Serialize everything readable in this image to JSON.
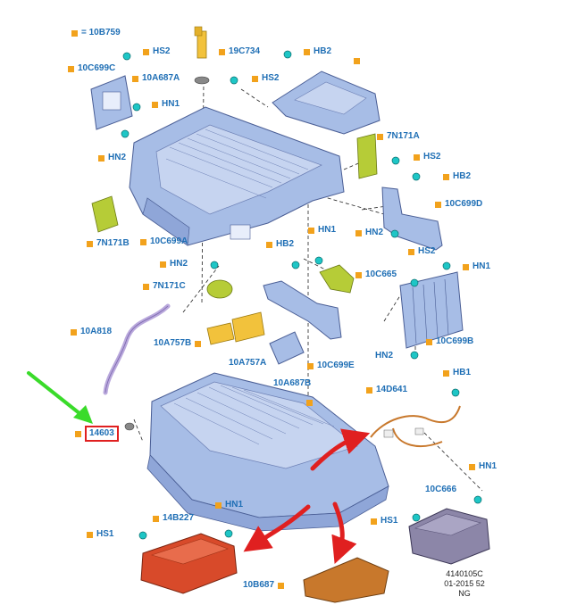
{
  "diagram": {
    "labels": {
      "l_10B759": "= 10B759",
      "l_HS2_a": "HS2",
      "l_19C734": "19C734",
      "l_HB2_a": "HB2",
      "l_10C699C": "10C699C",
      "l_10A687A": "10A687A",
      "l_HS2_b": "HS2",
      "l_HN1_a": "HN1",
      "l_HN2_a": "HN2",
      "l_7N171A": "7N171A",
      "l_HS2_c": "HS2",
      "l_HB2_b": "HB2",
      "l_10C699D": "10C699D",
      "l_7N171B": "7N171B",
      "l_10C699A": "10C699A",
      "l_HN1_b": "HN1",
      "l_HN2_b": "HN2",
      "l_HB2_c": "HB2",
      "l_HS2_d": "HS2",
      "l_HN1_c": "HN1",
      "l_HN2_c": "HN2",
      "l_10C665": "10C665",
      "l_7N171C": "7N171C",
      "l_10A818": "10A818",
      "l_10A757B": "10A757B",
      "l_10A757A": "10A757A",
      "l_10C699E": "10C699E",
      "l_10A687B": "10A687B",
      "l_10C699B": "10C699B",
      "l_HN2_d": "HN2",
      "l_HB1": "HB1",
      "l_14D641": "14D641",
      "l_14603": "14603",
      "l_HN1_d": "HN1",
      "l_10C666": "10C666",
      "l_HS1_a": "HS1",
      "l_14B227": "14B227",
      "l_HN1_e": "HN1",
      "l_HS1_b": "HS1",
      "l_10B687": "10B687"
    },
    "doc_ref": [
      "4140105C",
      "01-2015 52",
      "NG"
    ],
    "colors": {
      "label_blue": "#1f6fb5",
      "marker_orange": "#f2a21c",
      "highlight_red": "#e02020",
      "arrow_red": "#e02020",
      "arrow_green": "#3adb2a",
      "part_blue": "#a7bde6",
      "part_green": "#b6cc37",
      "part_yellow": "#f2c23c",
      "part_purple": "#b9a8dc",
      "part_red": "#d84a2a",
      "part_brown": "#c8782c",
      "part_gray": "#8c86a8",
      "fastener_cyan": "#1ec6c6"
    },
    "icons": [
      "callout-marker-icon",
      "fastener-icon",
      "pointer-arrow-icon",
      "highlight-box"
    ]
  }
}
